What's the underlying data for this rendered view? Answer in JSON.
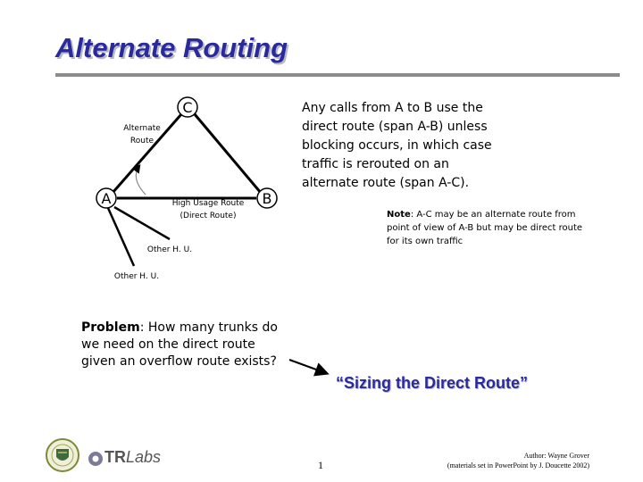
{
  "title": "Alternate Routing",
  "diagram": {
    "nodes": {
      "a": "A",
      "b": "B",
      "c": "C"
    },
    "labels": {
      "alternate": "Alternate",
      "route": "Route",
      "high_usage": "High Usage Route",
      "direct": "(Direct Route)",
      "other1": "Other H. U.",
      "other2": "Other H. U."
    }
  },
  "description": "Any calls from A to B use the direct route (span A-B) unless blocking occurs, in which case traffic is rerouted on an alternate route (span A-C).",
  "note": {
    "label": "Note",
    "text": ": A-C may be an alternate route from point of view of A-B but may be direct route for its own traffic"
  },
  "problem": {
    "label": "Problem",
    "text": ": How many trunks do we need on the direct route given an overflow route exists?"
  },
  "sizing": "“Sizing the Direct Route”",
  "footer": {
    "page_number": "1",
    "author": "Author: Wayne Grover",
    "materials": "(materials set in PowerPoint by J. Doucette 2002)",
    "logo_tr": "TR",
    "logo_labs": "Labs"
  },
  "colors": {
    "title": "#2a2a9a",
    "rule": "#8c8c8c"
  }
}
